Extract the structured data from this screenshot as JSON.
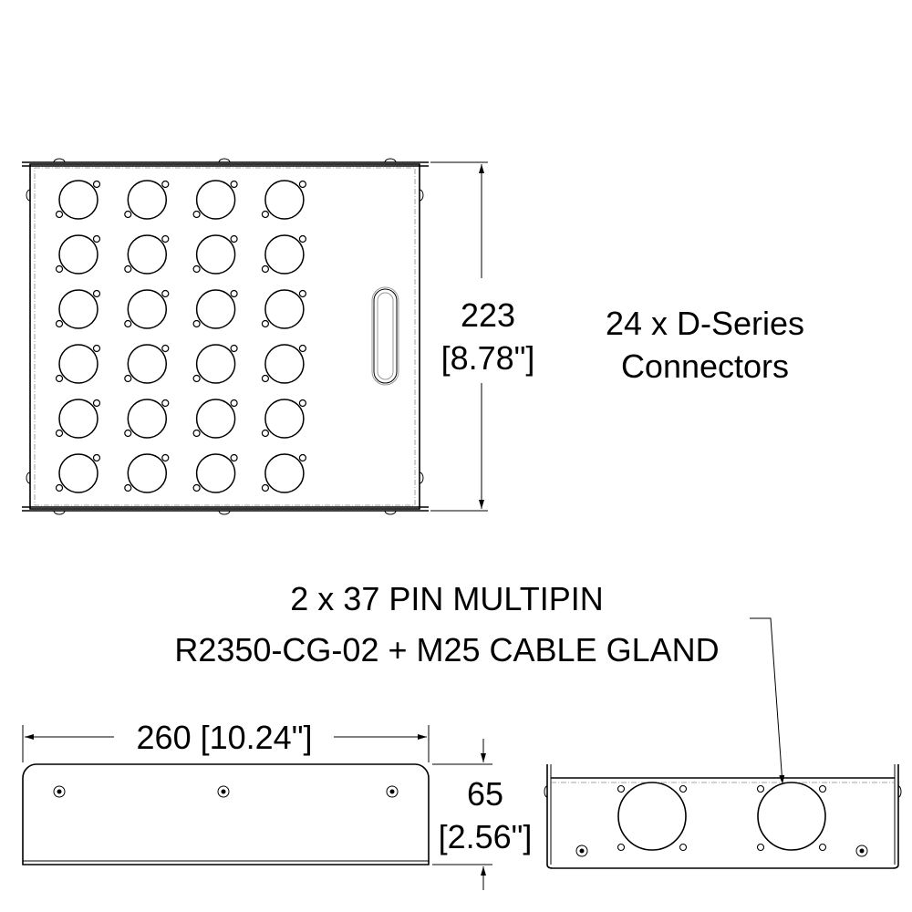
{
  "top_view": {
    "connector_rows": 6,
    "connector_cols": 4,
    "height_dim_mm": "223",
    "height_dim_in": "[8.78\"]",
    "label_line1": "24 x D-Series",
    "label_line2": "Connectors"
  },
  "callout": {
    "line1": "2 x 37 PIN MULTIPIN",
    "line2": "R2350-CG-02 + M25 CABLE GLAND"
  },
  "front_view": {
    "width_dim": "260 [10.24\"]",
    "height_dim_mm": "65",
    "height_dim_in": "[2.56\"]"
  }
}
